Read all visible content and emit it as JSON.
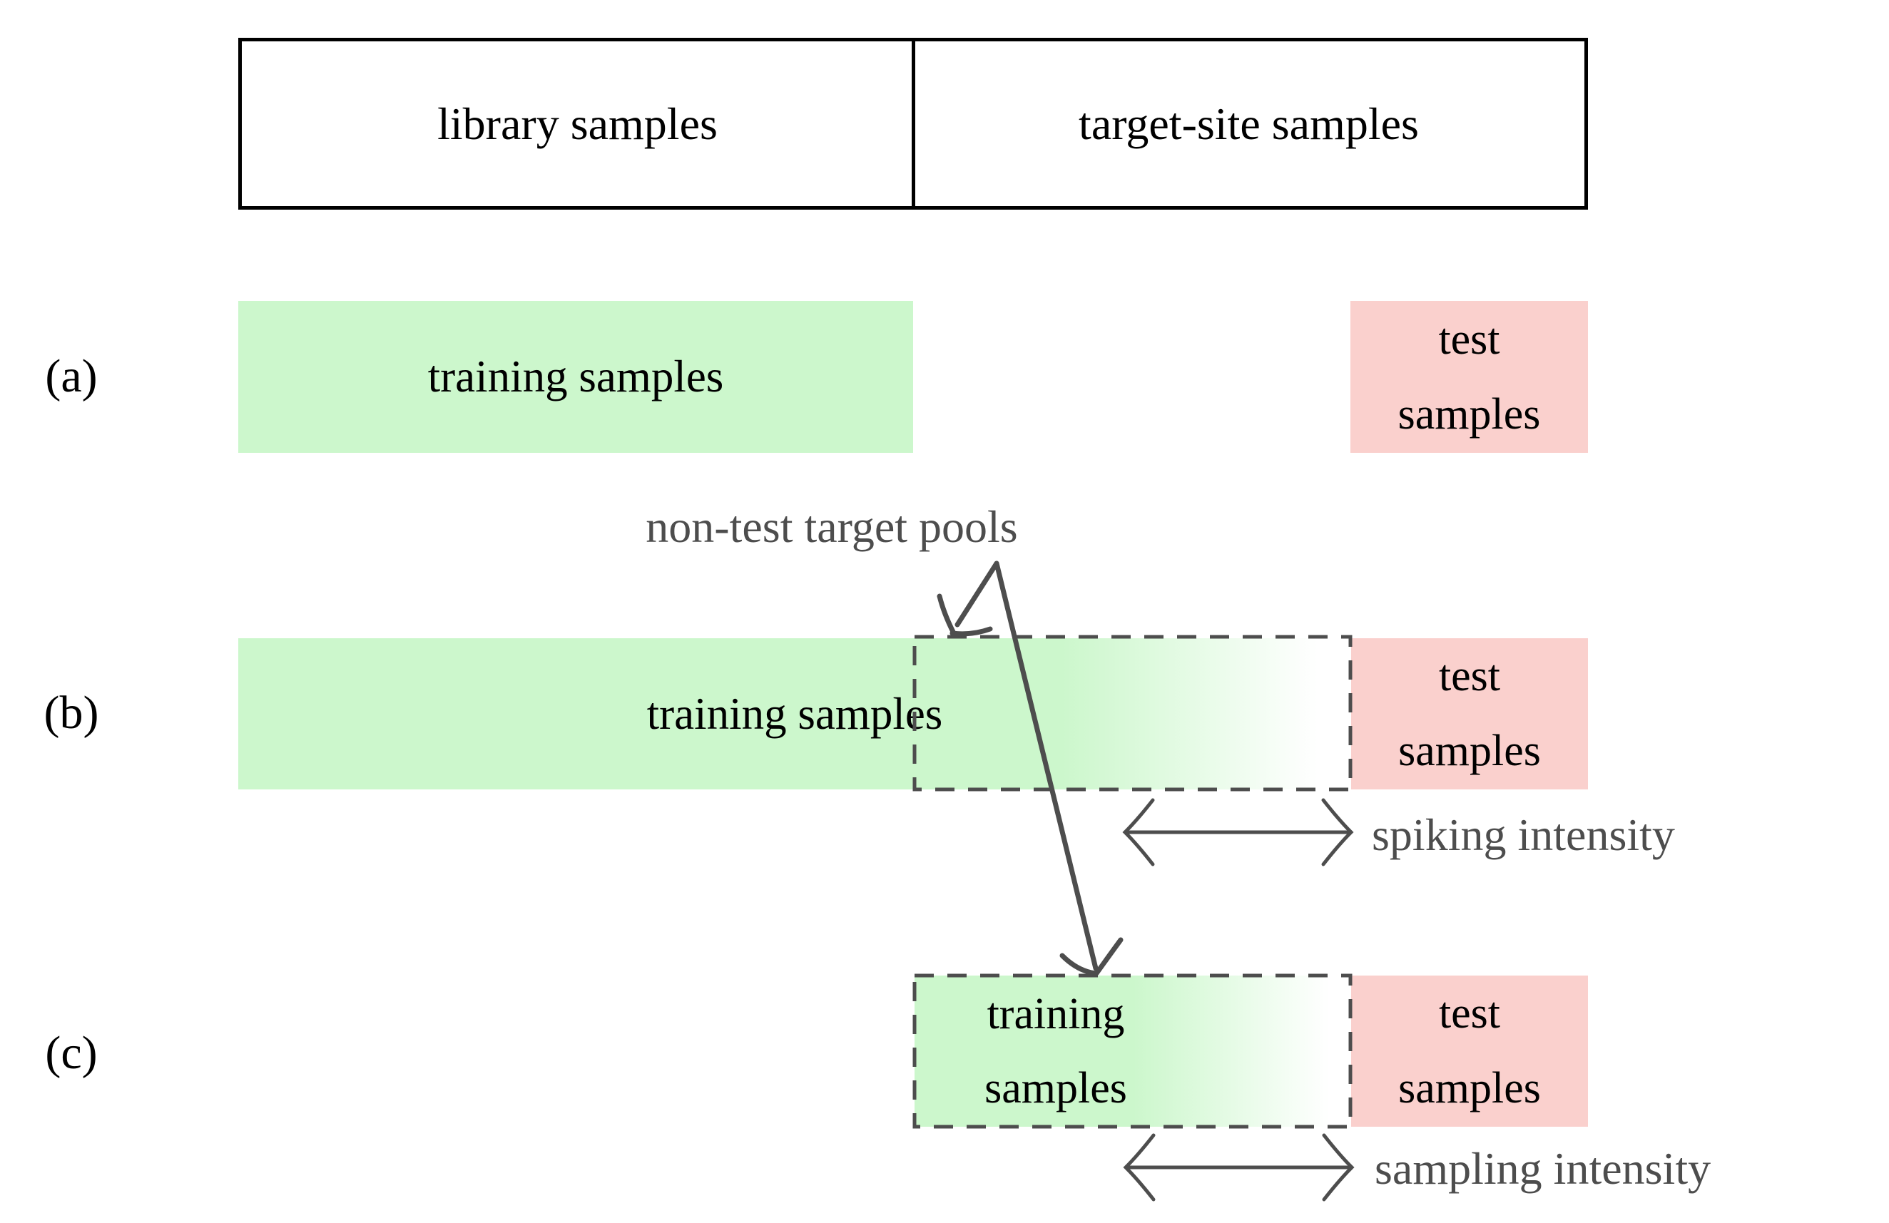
{
  "header": {
    "cells": [
      {
        "label": "library samples"
      },
      {
        "label": "target-site samples"
      }
    ]
  },
  "rows": [
    {
      "id": "a",
      "label": "(a)",
      "training": {
        "label": "training samples"
      },
      "test": {
        "line1": "test",
        "line2": "samples"
      }
    },
    {
      "id": "b",
      "label": "(b)",
      "training": {
        "label": "training samples"
      },
      "test": {
        "line1": "test",
        "line2": "samples"
      }
    },
    {
      "id": "c",
      "label": "(c)",
      "training": {
        "line1": "training",
        "line2": "samples"
      },
      "test": {
        "line1": "test",
        "line2": "samples"
      }
    }
  ],
  "annotations": {
    "non_test_pools": "non-test target pools",
    "spiking": "spiking intensity",
    "sampling": "sampling intensity"
  },
  "colors": {
    "training_green": "#ccf7cc",
    "test_pink": "#fad0cd",
    "annotation_gray": "#4d4d4d",
    "border_black": "#000000"
  }
}
